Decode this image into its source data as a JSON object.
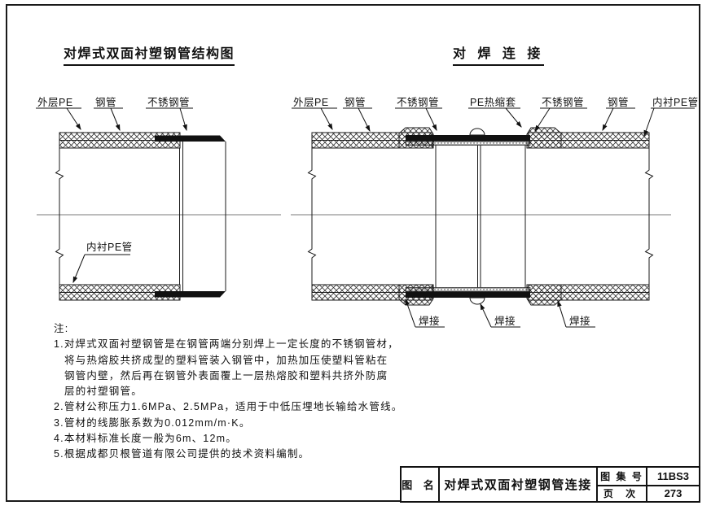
{
  "left_diagram": {
    "title": "对焊式双面衬塑钢管结构图",
    "labels": {
      "outer_pe": "外层PE",
      "steel_pipe": "钢管",
      "stainless_pipe": "不锈钢管",
      "inner_pe": "内衬PE管"
    }
  },
  "right_diagram": {
    "title": "对 焊 连 接",
    "labels": {
      "outer_pe": "外层PE",
      "steel_pipe_left": "钢管",
      "stainless_left": "不锈钢管",
      "pe_sleeve": "PE热缩套",
      "stainless_right": "不锈钢管",
      "steel_pipe_right": "钢管",
      "inner_pe": "内衬PE管",
      "weld_1": "焊接",
      "weld_2": "焊接",
      "weld_3": "焊接"
    }
  },
  "notes": {
    "heading": "注:",
    "line1": "1.对焊式双面衬塑钢管是在钢管两端分别焊上一定长度的不锈钢管材，",
    "line2": "将与热熔胶共挤成型的塑料管装入钢管中，加热加压使塑料管粘在",
    "line3": "钢管内壁，然后再在钢管外表面覆上一层热熔胶和塑料共挤外防腐",
    "line4": "层的衬塑钢管。",
    "line5": "2.管材公称压力1.6MPa、2.5MPa，适用于中低压埋地长输给水管线。",
    "line6": "3.管材的线膨胀系数为0.012mm/m·K。",
    "line7": "4.本材料标准长度一般为6m、12m。",
    "line8": "5.根据成都贝根管道有限公司提供的技术资料编制。"
  },
  "title_block": {
    "name_label": "图 名",
    "drawing_name": "对焊式双面衬塑钢管连接",
    "atlas_label": "图 集 号",
    "atlas_no": "11BS3",
    "page_label": "页 次",
    "page_no": "273"
  },
  "colors": {
    "line": "#1a1a1a",
    "centerline": "#7a7a7a",
    "background": "#ffffff"
  }
}
